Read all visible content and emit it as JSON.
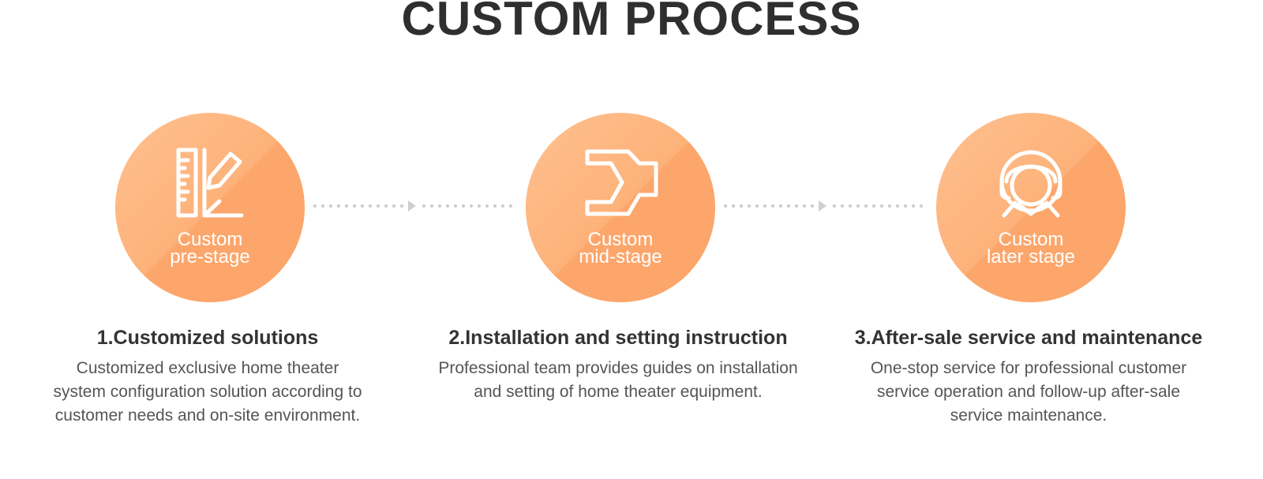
{
  "title": "CUSTOM PROCESS",
  "accent_color": "#fdae74",
  "steps": [
    {
      "icon": "ruler-pencil-icon",
      "label_line1": "Custom",
      "label_line2": "pre-stage",
      "heading": "1.Customized solutions",
      "desc_lines": [
        "Customized exclusive home theater",
        "system configuration solution according to",
        "customer needs and on-site environment."
      ]
    },
    {
      "icon": "wrench-icon",
      "label_line1": "Custom",
      "label_line2": "mid-stage",
      "heading": "2.Installation and setting instruction",
      "desc_lines": [
        "Professional team provides guides on installation",
        "and setting of home theater equipment."
      ]
    },
    {
      "icon": "headset-support-icon",
      "label_line1": "Custom",
      "label_line2": "later stage",
      "heading": "3.After-sale service and maintenance",
      "desc_lines": [
        "One-stop service for professional customer",
        "service operation and follow-up after-sale",
        "service maintenance."
      ]
    }
  ]
}
